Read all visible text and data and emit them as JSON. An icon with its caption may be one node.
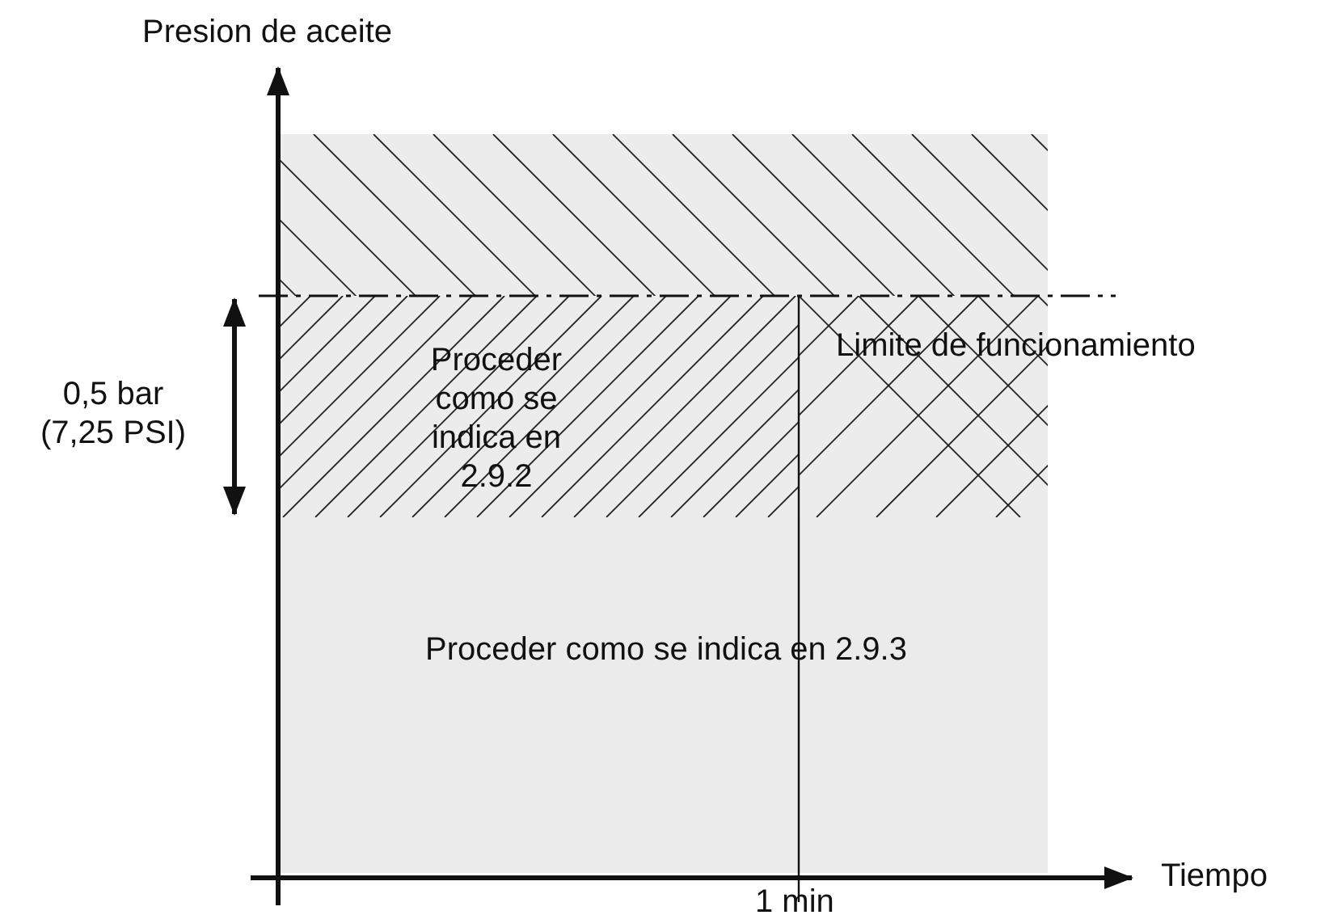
{
  "diagram": {
    "nodes": [
      {
        "text": [],
        "shape": "box"
      },
      {
        "text": [
          "Proceder como se indica en 2.9.2"
        ],
        "in": 0
      },
      {
        "text": [
          "Proceder como se indica en 2.9.3"
        ]
      }
    ],
    "labels": [
      "Presion de aceite",
      "0,5 bar (7,25 PSI)",
      "Limite de funcionamiento",
      "1 min",
      "Tiempo"
    ]
  }
}
